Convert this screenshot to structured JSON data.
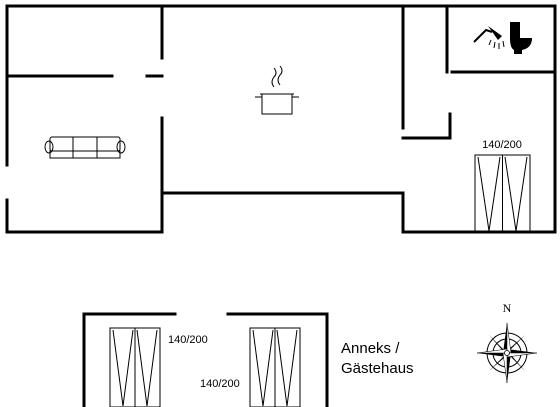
{
  "main_house": {
    "bedroom_bed_label": "140/200",
    "icons": [
      "sofa-icon",
      "cooking-pot-icon",
      "shower-icon",
      "toilet-icon",
      "double-bed-icon"
    ]
  },
  "annex": {
    "bed_1_label": "140/200",
    "bed_2_label": "140/200",
    "title_line1": "Anneks /",
    "title_line2": "Gästehaus"
  },
  "compass": {
    "north_label": "N"
  }
}
